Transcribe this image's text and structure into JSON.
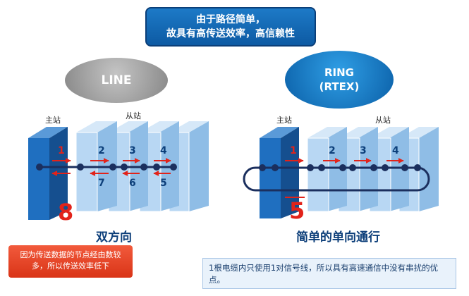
{
  "callout": {
    "line1": "由于路径简单，",
    "line2": "故具有高传送效率，高信赖性"
  },
  "line_mode": {
    "badge": "LINE",
    "master_label": "主站",
    "slave_label": "从站",
    "top_numbers": [
      "1",
      "2",
      "3",
      "4"
    ],
    "bottom_numbers": [
      "7",
      "6",
      "5"
    ],
    "count": "8",
    "title": "双方向",
    "note": "因为传送数据的节点经由数较多，所以传送效率低下"
  },
  "ring_mode": {
    "badge_line1": "RING",
    "badge_line2": "(RTEX)",
    "master_label": "主站",
    "slave_label": "从站",
    "top_numbers": [
      "1",
      "2",
      "3",
      "4"
    ],
    "count": "5",
    "title": "简单的单向通行",
    "note": "1根电缆内只使用1对信号线，所以具有高速通信中没有串扰的优点。"
  },
  "colors": {
    "callout": "#0d5aa3",
    "master_block": "#1f6fc0",
    "slave_block": "#a8cdef",
    "arrow": "#e2231a",
    "node": "#1b2f5e"
  }
}
